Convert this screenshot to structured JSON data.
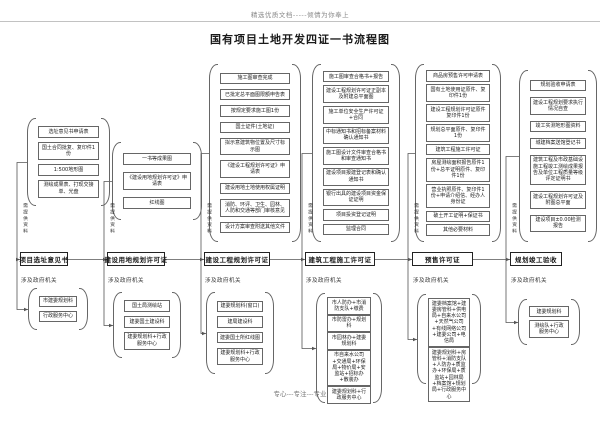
{
  "page": {
    "header_note": "精选优质文档-----倾情为你奉上",
    "title": "国有项目土地开发四证一书流程图",
    "footer": "专心---专注---专业"
  },
  "labels": {
    "provide": "需提供资料",
    "agency": "涉及政府机关"
  },
  "columns": [
    {
      "stage": "项目选址意见书",
      "docs": [
        "选址意见书申请表",
        "国土合同批复、复印件1份",
        "1:500地形图",
        "测绘成果表、打现交接单、光盘"
      ],
      "agencies": [
        "市建委规划科",
        "行政服务中心"
      ]
    },
    {
      "stage": "建设用地规划许可证",
      "docs": [
        "一书等成果图",
        "《建设用地规划许可证》申请表",
        "红线图"
      ],
      "agencies": [
        "国土局测绘站",
        "建委国土建设科",
        "建委规划科+行政服务中心"
      ]
    },
    {
      "stage": "建设工程规划许可证",
      "docs": [
        "施工图审查完成",
        "已批定总平面图限额申告表",
        "按规定要求施工图1份",
        "国土证件(土地证)",
        "拟示意建筑物位置及尺寸标示图",
        "《建设工程规划许可证》申请表",
        "建设用地土地使用权属证明",
        "消防、环评、卫生、园林、人防和交通等部门审核意见",
        "设计方案审查附送其他文件"
      ],
      "agencies": [
        "建委规划科(窗口)",
        "建局建设科",
        "建委国土所红线图",
        "建委规划科+行政服务中心"
      ]
    },
    {
      "stage": "建筑工程施工许可证",
      "docs": [
        "施工图审查合格书+报告",
        "建设工程规划许可证正副本及附建总平面图",
        "施工单位安全生产许可证+合同",
        "中标通知书和招标备案材料确认通知书",
        "施工图设计文件审查合格书和审查通知书",
        "建设项目报建登记表和确认通知书",
        "银行出具的建设项目资金保证证明",
        "项目投资登记证明",
        "监理合同"
      ],
      "agencies": [
        "市人防办+市消防支队+缴费",
        "市防雷办+规划科",
        "市园林办+建委规划科",
        "市自来水公司+交通局+环保局+物价局+安监站+招标办+散装办",
        "建委规划科+行政服务中心"
      ]
    },
    {
      "stage": "预售许可证",
      "docs": [
        "商品房预售许可申请表",
        "国有土地使用证原件、复印件1份",
        "建设工程规划许可证原件 复印件1份",
        "规划总平面原件、复印件1份",
        "建筑工程施工许可证",
        "房屋测绘面积报告原件1份+总平证明原件、复印件1份",
        "营业执照原件、复印件1份+申请介绍信、经办人身份证",
        "破土开工证明+保证书",
        "其他必要材料"
      ],
      "agencies": [
        "建委档案馆+建委房管科+供电局+自来水公司+天然气公司+有线网络公司+建委公司+电信局",
        "建委规划科+房管科+消防支队+人防办+质监办+环保局+质监站+园林局+档案馆+规划局+行政服务中心"
      ]
    },
    {
      "stage": "规划竣工验收",
      "docs": [
        "规划验收申请表",
        "建设工程规划要求执行情况自查",
        "竣工实测地形图资料",
        "城建档案送馆登记书",
        "建筑工程及市政基础设施工程竣工测绘成果报告及单位工程质量等级评定证明书",
        "建设工程规划许可证及附图总平面",
        "建设项目±0.00检测报告"
      ],
      "agencies": [
        "建委规划科",
        "测绘队+行政服务中心"
      ]
    }
  ]
}
